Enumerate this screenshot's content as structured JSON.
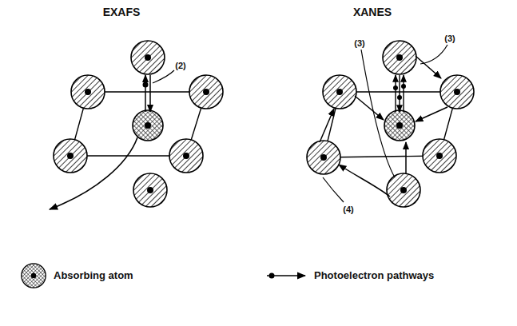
{
  "diagram": {
    "labels": [
      "EXAFS",
      "XANES",
      "(2)",
      "(3)",
      "(3)",
      "(4)"
    ],
    "legend": [
      {
        "text": "Absorbing atom"
      },
      {
        "text": "Photoelectron pathways"
      }
    ]
  }
}
